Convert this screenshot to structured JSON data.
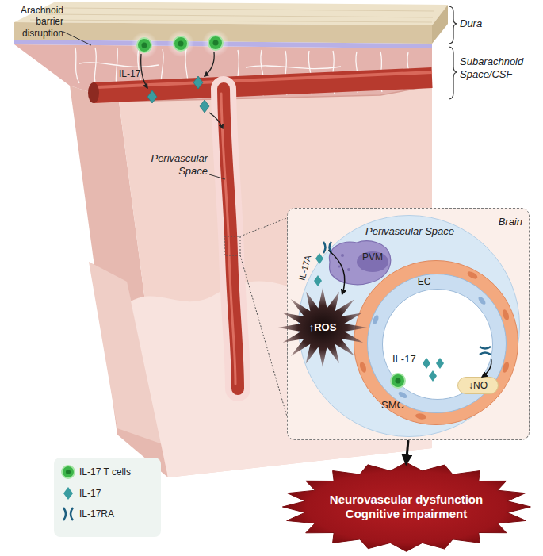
{
  "diagram": {
    "nodes": [
      {
        "text": [
          "Brain"
        ]
      },
      {
        "text": [
          "Perivascular Space"
        ],
        "in": 0
      },
      {
        "text": [
          "PVM"
        ],
        "in": 1
      },
      {
        "text": [
          "SMC"
        ],
        "in": 1
      },
      {
        "text": [
          "EC"
        ],
        "in": 3
      },
      {
        "text": [
          "IL-17"
        ],
        "in": 4
      },
      {
        "text": [
          "↓NO"
        ],
        "in": 5
      },
      {
        "text": [
          "↑ROS"
        ],
        "in": 0
      },
      {
        "text": [
          "Neurovascular dysfunction Cognitive impairment"
        ]
      }
    ],
    "edges": [
      {
        "from": 0,
        "to": 8,
        "arrow": "to"
      },
      {
        "from": 2,
        "to": 7,
        "arrow": "to"
      },
      {
        "from": 5,
        "to": 6,
        "arrow": "to"
      }
    ],
    "labels": [
      "Arachnoid barrier disruption",
      "Dura",
      "Subarachnoid Space/CSF",
      "IL-17",
      "Perivascular Space",
      "IL-17A"
    ],
    "legend": [
      {
        "text": "IL-17 T cells"
      },
      {
        "text": "IL-17"
      },
      {
        "text": "IL-17RA"
      }
    ]
  }
}
